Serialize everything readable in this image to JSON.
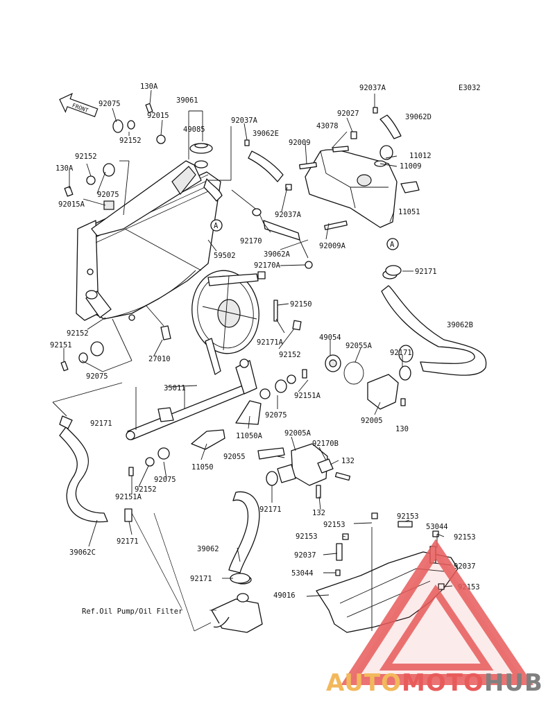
{
  "diagram": {
    "code": "E3032",
    "front_label": "FRONT",
    "ref_note": "Ref.Oil Pump/Oil Filter",
    "labels": [
      "130A",
      "92075",
      "39061",
      "92015",
      "49085",
      "92152",
      "92037A",
      "39062E",
      "92037A",
      "92027",
      "39062D",
      "43078",
      "92009",
      "11012",
      "11009",
      "92152",
      "130A",
      "92075",
      "92015A",
      "92037A",
      "11051",
      "92009A",
      "92170",
      "39062A",
      "59502",
      "92170A",
      "92171",
      "92150",
      "92152",
      "92151",
      "92075",
      "27010",
      "92171A",
      "92152",
      "49054",
      "92055A",
      "92171",
      "39062B",
      "35011",
      "92151A",
      "92075",
      "92005",
      "130",
      "11050A",
      "92005A",
      "92170B",
      "92055",
      "132",
      "11050",
      "92075",
      "92152",
      "92151A",
      "132",
      "92171",
      "92171",
      "39062C",
      "92153",
      "92153",
      "53044",
      "92153",
      "92153",
      "39062",
      "92037",
      "92037",
      "92171",
      "53044",
      "92153",
      "49016",
      "A",
      "A"
    ]
  },
  "watermark": {
    "text_left": "AUTO",
    "text_mid": "MOTO",
    "text_right": "HUB",
    "color_left": "#f2b85c",
    "color_mid": "#e85b5b",
    "color_right": "#808080"
  }
}
